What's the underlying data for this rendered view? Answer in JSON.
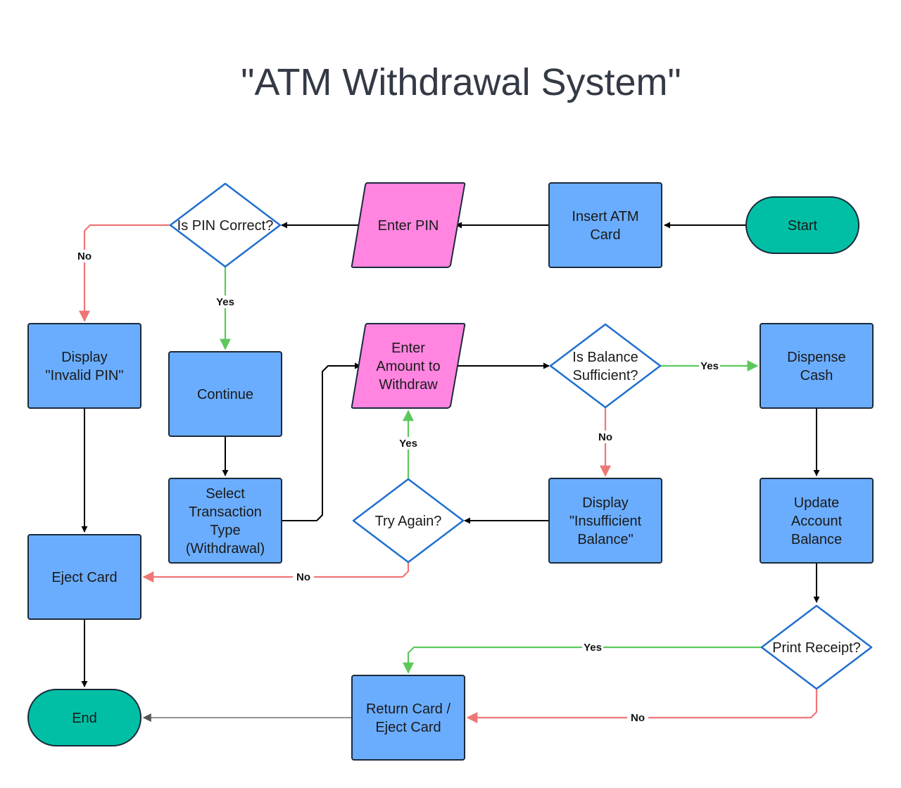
{
  "title": "\"ATM Withdrawal System\"",
  "colors": {
    "process_fill": "#6aadff",
    "process_stroke": "#1b2a3a",
    "terminal_fill": "#00bfa5",
    "io_fill": "#ff85e0",
    "decision_fill": "#ffffff",
    "decision_stroke": "#1f6fd1",
    "edge_default": "#000000",
    "edge_yes": "#5cc85c",
    "edge_no": "#ef7676",
    "edge_thin": "#555555"
  },
  "nodes": {
    "start": {
      "lines": [
        "Start"
      ],
      "shape": "terminal"
    },
    "insert_card": {
      "lines": [
        "Insert ATM",
        "Card"
      ],
      "shape": "process"
    },
    "enter_pin": {
      "lines": [
        "Enter PIN"
      ],
      "shape": "io"
    },
    "pin_correct": {
      "lines": [
        "Is PIN Correct?"
      ],
      "shape": "decision"
    },
    "invalid_pin": {
      "lines": [
        "Display",
        "\"Invalid PIN\""
      ],
      "shape": "process"
    },
    "continue": {
      "lines": [
        "Continue"
      ],
      "shape": "process"
    },
    "select_type": {
      "lines": [
        "Select",
        "Transaction",
        "Type",
        "(Withdrawal)"
      ],
      "shape": "process"
    },
    "enter_amount": {
      "lines": [
        "Enter",
        "Amount to",
        "Withdraw"
      ],
      "shape": "io"
    },
    "balance_sufficient": {
      "lines": [
        "Is Balance",
        "Sufficient?"
      ],
      "shape": "decision"
    },
    "dispense_cash": {
      "lines": [
        "Dispense",
        "Cash"
      ],
      "shape": "process"
    },
    "insufficient_balance": {
      "lines": [
        "Display",
        "\"Insufficient",
        "Balance\""
      ],
      "shape": "process"
    },
    "try_again": {
      "lines": [
        "Try Again?"
      ],
      "shape": "decision"
    },
    "update_balance": {
      "lines": [
        "Update",
        "Account",
        "Balance"
      ],
      "shape": "process"
    },
    "eject_card": {
      "lines": [
        "Eject Card"
      ],
      "shape": "process"
    },
    "print_receipt": {
      "lines": [
        "Print Receipt?"
      ],
      "shape": "decision"
    },
    "return_card": {
      "lines": [
        "Return Card /",
        "Eject Card"
      ],
      "shape": "process"
    },
    "end": {
      "lines": [
        "End"
      ],
      "shape": "terminal"
    }
  },
  "edges": [
    {
      "id": "start-insert",
      "from": "start",
      "to": "insert_card",
      "kind": "default",
      "label": ""
    },
    {
      "id": "insert-pin",
      "from": "insert_card",
      "to": "enter_pin",
      "kind": "default",
      "label": ""
    },
    {
      "id": "pin-check",
      "from": "enter_pin",
      "to": "pin_correct",
      "kind": "default",
      "label": ""
    },
    {
      "id": "pin-no",
      "from": "pin_correct",
      "to": "invalid_pin",
      "kind": "no",
      "label": "No"
    },
    {
      "id": "pin-yes",
      "from": "pin_correct",
      "to": "continue",
      "kind": "yes",
      "label": "Yes"
    },
    {
      "id": "continue-select",
      "from": "continue",
      "to": "select_type",
      "kind": "default",
      "label": ""
    },
    {
      "id": "select-amount",
      "from": "select_type",
      "to": "enter_amount",
      "kind": "default",
      "label": ""
    },
    {
      "id": "amount-balance",
      "from": "enter_amount",
      "to": "balance_sufficient",
      "kind": "default",
      "label": ""
    },
    {
      "id": "balance-yes",
      "from": "balance_sufficient",
      "to": "dispense_cash",
      "kind": "yes",
      "label": "Yes"
    },
    {
      "id": "balance-no",
      "from": "balance_sufficient",
      "to": "insufficient_balance",
      "kind": "no",
      "label": "No"
    },
    {
      "id": "insufficient-try",
      "from": "insufficient_balance",
      "to": "try_again",
      "kind": "default",
      "label": ""
    },
    {
      "id": "try-yes",
      "from": "try_again",
      "to": "enter_amount",
      "kind": "yes",
      "label": "Yes"
    },
    {
      "id": "try-no",
      "from": "try_again",
      "to": "eject_card",
      "kind": "no",
      "label": "No"
    },
    {
      "id": "invalid-eject",
      "from": "invalid_pin",
      "to": "eject_card",
      "kind": "default",
      "label": ""
    },
    {
      "id": "eject-end",
      "from": "eject_card",
      "to": "end",
      "kind": "default",
      "label": ""
    },
    {
      "id": "dispense-update",
      "from": "dispense_cash",
      "to": "update_balance",
      "kind": "default",
      "label": ""
    },
    {
      "id": "update-receipt",
      "from": "update_balance",
      "to": "print_receipt",
      "kind": "default",
      "label": ""
    },
    {
      "id": "receipt-yes",
      "from": "print_receipt",
      "to": "return_card",
      "kind": "yes",
      "label": "Yes"
    },
    {
      "id": "receipt-no",
      "from": "print_receipt",
      "to": "return_card",
      "kind": "no",
      "label": "No"
    },
    {
      "id": "return-end",
      "from": "return_card",
      "to": "end",
      "kind": "thin",
      "label": ""
    }
  ]
}
